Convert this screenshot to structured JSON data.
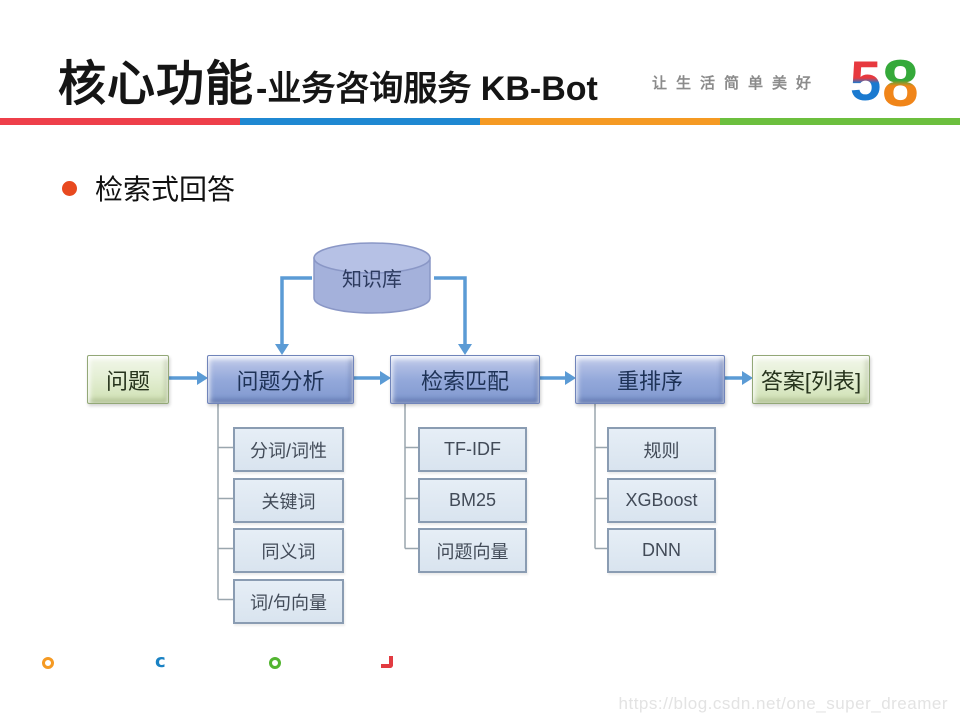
{
  "header": {
    "title_main": "核心功能",
    "title_sub": "-业务咨询服务 KB-Bot",
    "tagline": "让生活简单美好",
    "logo_digit_1": "5",
    "logo_digit_2": "8"
  },
  "slide": {
    "bullet_label": "检索式回答"
  },
  "diagram": {
    "knowledge_base_label": "知识库",
    "flow": [
      {
        "label": "问题"
      },
      {
        "label": "问题分析"
      },
      {
        "label": "检索匹配"
      },
      {
        "label": "重排序"
      },
      {
        "label": "答案[列表]"
      }
    ],
    "analysis_methods": [
      "分词/词性",
      "关键词",
      "同义词",
      "词/句向量"
    ],
    "retrieval_methods": [
      "TF-IDF",
      "BM25",
      "问题向量"
    ],
    "rerank_methods": [
      "规则",
      "XGBoost",
      "DNN"
    ]
  },
  "footer": {
    "watermark": "https://blog.csdn.net/one_super_dreamer"
  },
  "colors": {
    "divider_red": "#ee3f4a",
    "divider_blue": "#1f88d2",
    "divider_orange": "#f59a23",
    "divider_green": "#6cbf3e",
    "bullet_dot": "#e8491f",
    "arrow_blue": "#5b9bd5",
    "icon_orange": "#f59a23",
    "icon_blue": "#1a82c4",
    "icon_green": "#53b531",
    "icon_red": "#e23b41"
  }
}
